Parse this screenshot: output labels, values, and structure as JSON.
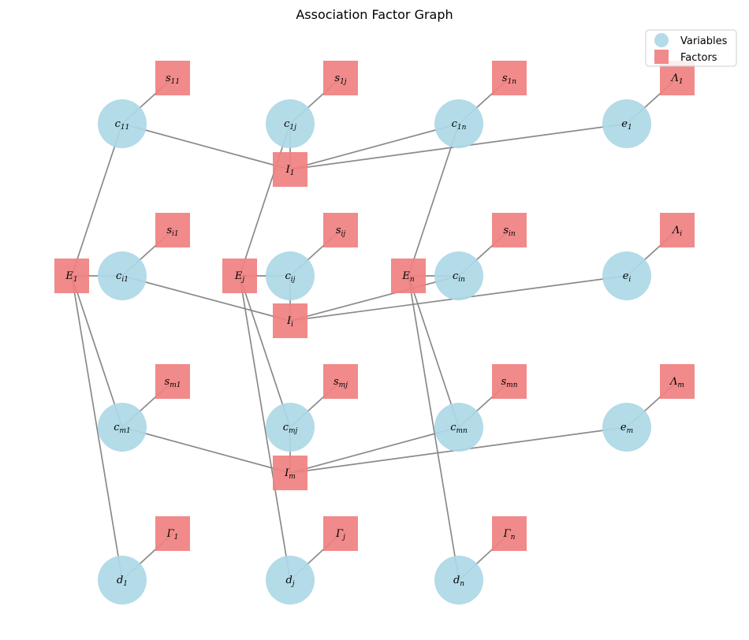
{
  "title": "Association Factor Graph",
  "colors": {
    "variable": "#add8e6",
    "factor": "#f08080",
    "edge": "#8a8a8a"
  },
  "legend": {
    "variables_label": "Variables",
    "factors_label": "Factors"
  },
  "nodes": [
    {
      "id": "s11",
      "kind": "factor",
      "base": "s",
      "sub": "11"
    },
    {
      "id": "s1j",
      "kind": "factor",
      "base": "s",
      "sub": "1j"
    },
    {
      "id": "s1n",
      "kind": "factor",
      "base": "s",
      "sub": "1n"
    },
    {
      "id": "L1",
      "kind": "factor",
      "base": "Λ",
      "sub": "1"
    },
    {
      "id": "c11",
      "kind": "variable",
      "base": "c",
      "sub": "11"
    },
    {
      "id": "c1j",
      "kind": "variable",
      "base": "c",
      "sub": "1j"
    },
    {
      "id": "c1n",
      "kind": "variable",
      "base": "c",
      "sub": "1n"
    },
    {
      "id": "e1",
      "kind": "variable",
      "base": "e",
      "sub": "1"
    },
    {
      "id": "I1",
      "kind": "factor",
      "base": "I",
      "sub": "1"
    },
    {
      "id": "si1",
      "kind": "factor",
      "base": "s",
      "sub": "i1"
    },
    {
      "id": "sij",
      "kind": "factor",
      "base": "s",
      "sub": "ij"
    },
    {
      "id": "sin",
      "kind": "factor",
      "base": "s",
      "sub": "in"
    },
    {
      "id": "Li",
      "kind": "factor",
      "base": "Λ",
      "sub": "i"
    },
    {
      "id": "E1",
      "kind": "factor",
      "base": "E",
      "sub": "1"
    },
    {
      "id": "ci1",
      "kind": "variable",
      "base": "c",
      "sub": "i1"
    },
    {
      "id": "Ej",
      "kind": "factor",
      "base": "E",
      "sub": "j"
    },
    {
      "id": "cij",
      "kind": "variable",
      "base": "c",
      "sub": "ij"
    },
    {
      "id": "En",
      "kind": "factor",
      "base": "E",
      "sub": "n"
    },
    {
      "id": "cin",
      "kind": "variable",
      "base": "c",
      "sub": "in"
    },
    {
      "id": "ei",
      "kind": "variable",
      "base": "e",
      "sub": "i"
    },
    {
      "id": "Ii",
      "kind": "factor",
      "base": "I",
      "sub": "i"
    },
    {
      "id": "sm1",
      "kind": "factor",
      "base": "s",
      "sub": "m1"
    },
    {
      "id": "smj",
      "kind": "factor",
      "base": "s",
      "sub": "mj"
    },
    {
      "id": "smn",
      "kind": "factor",
      "base": "s",
      "sub": "mn"
    },
    {
      "id": "Lm",
      "kind": "factor",
      "base": "Λ",
      "sub": "m"
    },
    {
      "id": "cm1",
      "kind": "variable",
      "base": "c",
      "sub": "m1"
    },
    {
      "id": "cmj",
      "kind": "variable",
      "base": "c",
      "sub": "mj"
    },
    {
      "id": "cmn",
      "kind": "variable",
      "base": "c",
      "sub": "mn"
    },
    {
      "id": "em",
      "kind": "variable",
      "base": "e",
      "sub": "m"
    },
    {
      "id": "Im",
      "kind": "factor",
      "base": "I",
      "sub": "m"
    },
    {
      "id": "G1",
      "kind": "factor",
      "base": "Γ",
      "sub": "1"
    },
    {
      "id": "Gj",
      "kind": "factor",
      "base": "Γ",
      "sub": "j"
    },
    {
      "id": "Gn",
      "kind": "factor",
      "base": "Γ",
      "sub": "n"
    },
    {
      "id": "d1",
      "kind": "variable",
      "base": "d",
      "sub": "1"
    },
    {
      "id": "dj",
      "kind": "variable",
      "base": "d",
      "sub": "j"
    },
    {
      "id": "dn",
      "kind": "variable",
      "base": "d",
      "sub": "n"
    }
  ],
  "edges": [
    [
      "c11",
      "s11"
    ],
    [
      "c1j",
      "s1j"
    ],
    [
      "c1n",
      "s1n"
    ],
    [
      "e1",
      "L1"
    ],
    [
      "c11",
      "I1"
    ],
    [
      "c1j",
      "I1"
    ],
    [
      "c1n",
      "I1"
    ],
    [
      "e1",
      "I1"
    ],
    [
      "ci1",
      "si1"
    ],
    [
      "cij",
      "sij"
    ],
    [
      "cin",
      "sin"
    ],
    [
      "ei",
      "Li"
    ],
    [
      "ci1",
      "Ii"
    ],
    [
      "cij",
      "Ii"
    ],
    [
      "cin",
      "Ii"
    ],
    [
      "ei",
      "Ii"
    ],
    [
      "cm1",
      "sm1"
    ],
    [
      "cmj",
      "smj"
    ],
    [
      "cmn",
      "smn"
    ],
    [
      "em",
      "Lm"
    ],
    [
      "cm1",
      "Im"
    ],
    [
      "cmj",
      "Im"
    ],
    [
      "cmn",
      "Im"
    ],
    [
      "em",
      "Im"
    ],
    [
      "d1",
      "G1"
    ],
    [
      "dj",
      "Gj"
    ],
    [
      "dn",
      "Gn"
    ],
    [
      "E1",
      "c11"
    ],
    [
      "E1",
      "ci1"
    ],
    [
      "E1",
      "cm1"
    ],
    [
      "E1",
      "d1"
    ],
    [
      "Ej",
      "c1j"
    ],
    [
      "Ej",
      "cij"
    ],
    [
      "Ej",
      "cmj"
    ],
    [
      "Ej",
      "dj"
    ],
    [
      "En",
      "c1n"
    ],
    [
      "En",
      "cin"
    ],
    [
      "En",
      "cmn"
    ],
    [
      "En",
      "dn"
    ]
  ]
}
